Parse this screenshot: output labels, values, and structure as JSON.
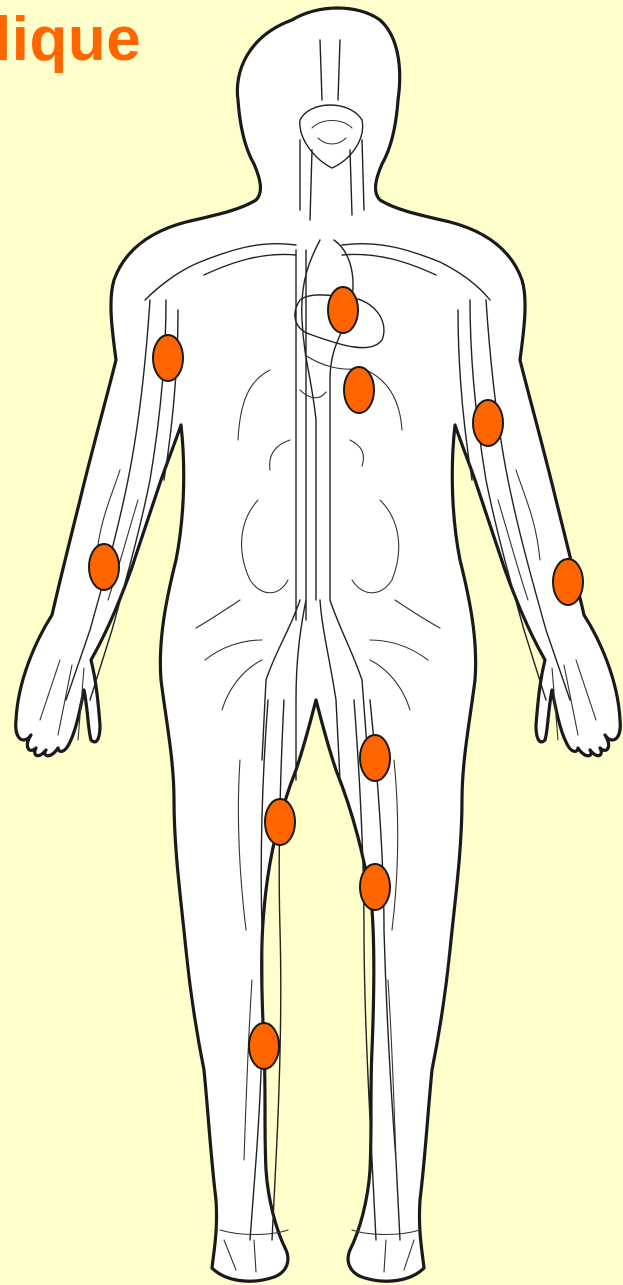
{
  "title": "lique",
  "colors": {
    "background": "#FFFFCC",
    "title": "#FF6600",
    "marker_fill": "#FF6600",
    "outline": "#1a1a1a"
  },
  "markers": [
    {
      "id": "chest-upper"
    },
    {
      "id": "chest-lower"
    },
    {
      "id": "right-upper-arm"
    },
    {
      "id": "right-forearm"
    },
    {
      "id": "left-upper-arm"
    },
    {
      "id": "left-wrist"
    },
    {
      "id": "left-thigh"
    },
    {
      "id": "right-thigh"
    },
    {
      "id": "left-knee"
    },
    {
      "id": "right-calf"
    }
  ]
}
